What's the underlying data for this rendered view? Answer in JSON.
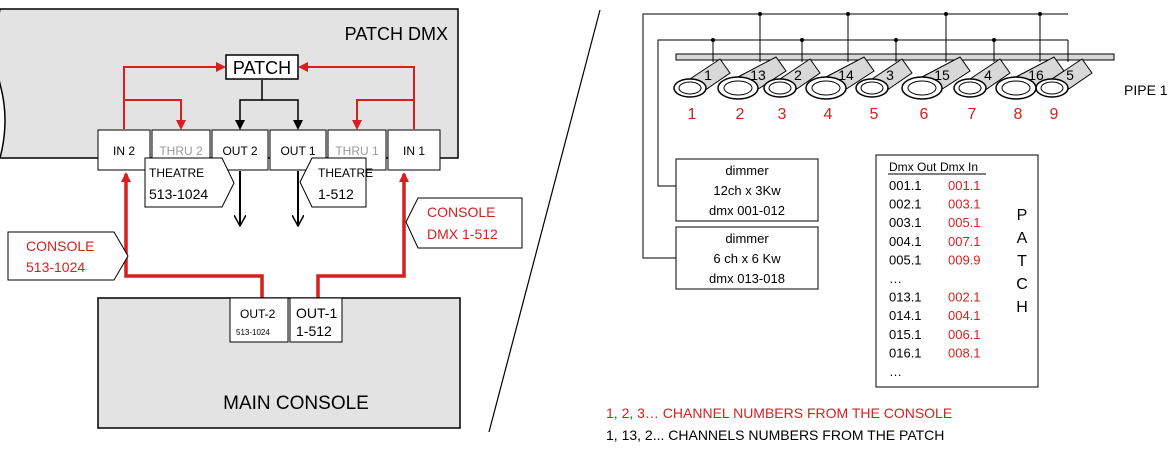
{
  "left": {
    "box_title": "PATCH DMX",
    "patch_label": "PATCH",
    "ports": [
      "IN 2",
      "THRU 2",
      "OUT 2",
      "OUT 1",
      "THRU 1",
      "IN 1"
    ],
    "theatre_2": {
      "line1": "THEATRE",
      "line2": "513-1024"
    },
    "theatre_1": {
      "line1": "THEATRE",
      "line2": "1-512"
    },
    "console_right": {
      "line1": "CONSOLE",
      "line2": "DMX 1-512"
    },
    "console_left": {
      "line1": "CONSOLE",
      "line2": "513-1024"
    },
    "main_console": "MAIN CONSOLE",
    "out2": {
      "line1": "OUT-2",
      "line2": "513-1024"
    },
    "out1": {
      "line1": "OUT-1",
      "line2": "1-512"
    }
  },
  "right": {
    "pipe_label": "PIPE 1",
    "fixtures": [
      {
        "patch": "1",
        "console": "1"
      },
      {
        "patch": "13",
        "console": "2"
      },
      {
        "patch": "2",
        "console": "3"
      },
      {
        "patch": "14",
        "console": "4"
      },
      {
        "patch": "3",
        "console": "5"
      },
      {
        "patch": "15",
        "console": "6"
      },
      {
        "patch": "4",
        "console": "7"
      },
      {
        "patch": "16",
        "console": "8"
      },
      {
        "patch": "5",
        "console": "9"
      }
    ],
    "dimmer1": {
      "line1": "dimmer",
      "line2": "12ch x 3Kw",
      "line3": "dmx 001-012"
    },
    "dimmer2": {
      "line1": "dimmer",
      "line2": "6 ch x 6 Kw",
      "line3": "dmx 013-018"
    },
    "table": {
      "header_out": "Dmx Out",
      "header_in": "Dmx In",
      "rows": [
        {
          "out": "001.1",
          "in": "001.1"
        },
        {
          "out": "002.1",
          "in": "003.1"
        },
        {
          "out": "003.1",
          "in": "005.1"
        },
        {
          "out": "004.1",
          "in": "007.1"
        },
        {
          "out": "005.1",
          "in": "009.9"
        },
        {
          "out": "…",
          "in": ""
        },
        {
          "out": "013.1",
          "in": "002.1"
        },
        {
          "out": "014.1",
          "in": "004.1"
        },
        {
          "out": "015.1",
          "in": "006.1"
        },
        {
          "out": "016.1",
          "in": "008.1"
        },
        {
          "out": "…",
          "in": ""
        }
      ],
      "side_letters": [
        "P",
        "A",
        "T",
        "C",
        "H"
      ]
    },
    "legend_red": "1, 2, 3… CHANNEL NUMBERS FROM THE CONSOLE",
    "legend_black": "1, 13, 2... CHANNELS NUMBERS FROM THE PATCH"
  },
  "colors": {
    "red": "#d61f1f",
    "box_gray": "#e3e3e3",
    "dark": "#000000"
  }
}
